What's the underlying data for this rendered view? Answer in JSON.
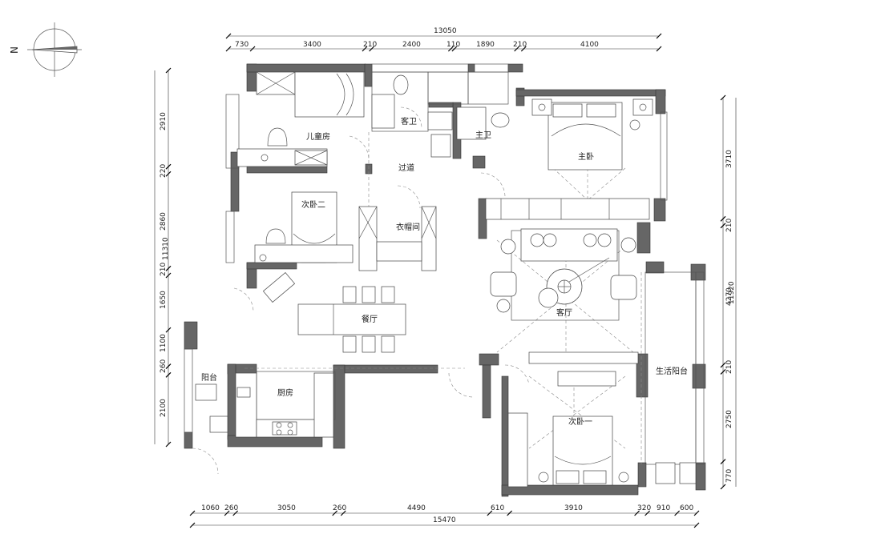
{
  "north_label": "N",
  "rooms": {
    "children_room": "儿童房",
    "guest_bath": "客卫",
    "master_bath": "主卫",
    "master_bedroom": "主卧",
    "corridor": "过道",
    "second_bedroom_two": "次卧二",
    "cloakroom": "衣帽间",
    "living_room": "客厅",
    "dining_room": "餐厅",
    "balcony": "阳台",
    "kitchen": "厨房",
    "second_bedroom_one": "次卧一",
    "utility_balcony": "生活阳台"
  },
  "dimensions": {
    "top_total": "13050",
    "top": [
      "730",
      "3400",
      "210",
      "2400",
      "110",
      "1890",
      "210",
      "4100"
    ],
    "bottom": [
      "1060",
      "260",
      "3050",
      "260",
      "4490",
      "610",
      "3910",
      "320",
      "910",
      "600"
    ],
    "bottom_total": "15470",
    "left_total": "11310",
    "left": [
      "2910",
      "220",
      "2860",
      "210",
      "1650",
      "1100",
      "260",
      "2100"
    ],
    "right": [
      "3710",
      "210",
      "4270",
      "210",
      "2750",
      "770"
    ],
    "right_total": "11920"
  }
}
